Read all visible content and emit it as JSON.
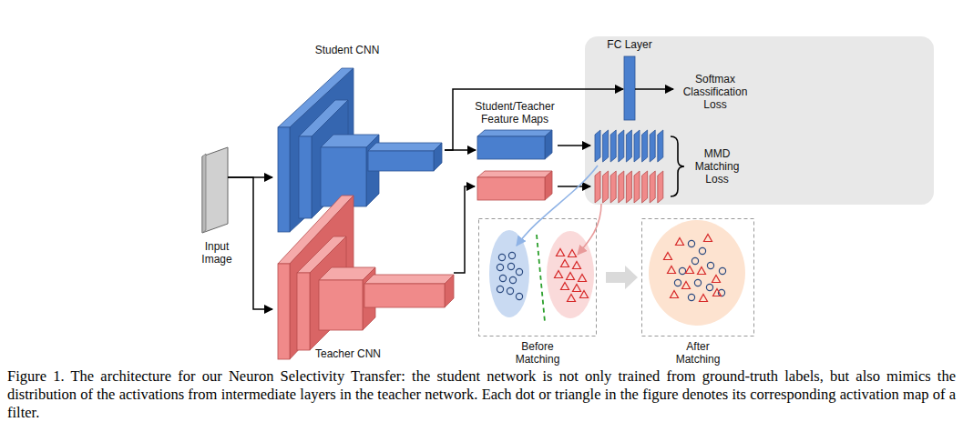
{
  "diagram": {
    "caption": "Figure 1. The architecture for our Neuron Selectivity Transfer: the student network is not only trained from ground-truth labels, but also mimics the distribution of the activations from intermediate layers in the teacher network. Each dot or triangle in the figure denotes its corresponding activation map of a filter.",
    "nodes": [
      {
        "text": [
          "Input Image"
        ]
      },
      {
        "text": [
          "Student CNN"
        ]
      },
      {
        "text": [
          "Teacher CNN"
        ]
      },
      {
        "text": [
          "FC Layer"
        ]
      },
      {
        "text": [
          "Softmax Classification Loss"
        ]
      },
      {
        "text": [
          "Student/Teacher Feature Maps"
        ]
      },
      {
        "text": [
          "Before Matching"
        ]
      },
      {
        "text": [
          "After Matching"
        ]
      }
    ],
    "edges": [
      {
        "from": 0,
        "to": 1,
        "arrow": "to"
      },
      {
        "from": 0,
        "to": 2,
        "arrow": "to"
      },
      {
        "from": 1,
        "to": 3,
        "arrow": "to"
      },
      {
        "from": 3,
        "to": 4,
        "arrow": "to"
      },
      {
        "from": 1,
        "to": 5,
        "arrow": "to"
      },
      {
        "from": 6,
        "to": 7,
        "arrow": "to"
      }
    ],
    "labels": [
      "MMD Matching Loss"
    ]
  }
}
